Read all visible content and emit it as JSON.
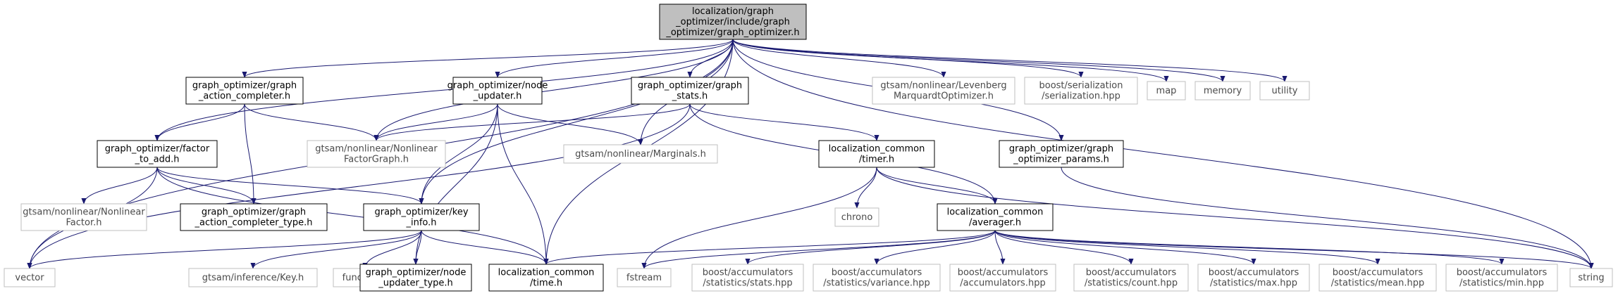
{
  "graph": {
    "root": "graph_optimizer_h",
    "nodes": [
      {
        "id": "graph_optimizer_h",
        "lines": [
          "localization/graph",
          "_optimizer/include/graph",
          "_optimizer/graph_optimizer.h"
        ],
        "kind": "root"
      },
      {
        "id": "graph_action_completer_h",
        "lines": [
          "graph_optimizer/graph",
          "_action_completer.h"
        ],
        "kind": "local"
      },
      {
        "id": "node_updater_h",
        "lines": [
          "graph_optimizer/node",
          "_updater.h"
        ],
        "kind": "local"
      },
      {
        "id": "graph_stats_h",
        "lines": [
          "graph_optimizer/graph",
          "_stats.h"
        ],
        "kind": "local"
      },
      {
        "id": "levenberg_h",
        "lines": [
          "gtsam/nonlinear/Levenberg",
          "MarquardtOptimizer.h"
        ],
        "kind": "external"
      },
      {
        "id": "serialization_hpp",
        "lines": [
          "boost/serialization",
          "/serialization.hpp"
        ],
        "kind": "external"
      },
      {
        "id": "map",
        "lines": [
          "map"
        ],
        "kind": "external"
      },
      {
        "id": "memory",
        "lines": [
          "memory"
        ],
        "kind": "external"
      },
      {
        "id": "utility",
        "lines": [
          "utility"
        ],
        "kind": "external"
      },
      {
        "id": "factor_to_add_h",
        "lines": [
          "graph_optimizer/factor",
          "_to_add.h"
        ],
        "kind": "local"
      },
      {
        "id": "nonlinear_factor_graph_h",
        "lines": [
          "gtsam/nonlinear/Nonlinear",
          "FactorGraph.h"
        ],
        "kind": "external"
      },
      {
        "id": "marginals_h",
        "lines": [
          "gtsam/nonlinear/Marginals.h"
        ],
        "kind": "external"
      },
      {
        "id": "timer_h",
        "lines": [
          "localization_common",
          "/timer.h"
        ],
        "kind": "local"
      },
      {
        "id": "graph_optimizer_params_h",
        "lines": [
          "graph_optimizer/graph",
          "_optimizer_params.h"
        ],
        "kind": "local"
      },
      {
        "id": "nonlinear_factor_h",
        "lines": [
          "gtsam/nonlinear/Nonlinear",
          "Factor.h"
        ],
        "kind": "external"
      },
      {
        "id": "graph_action_completer_type_h",
        "lines": [
          "graph_optimizer/graph",
          "_action_completer_type.h"
        ],
        "kind": "local"
      },
      {
        "id": "key_info_h",
        "lines": [
          "graph_optimizer/key",
          "_info.h"
        ],
        "kind": "local"
      },
      {
        "id": "chrono",
        "lines": [
          "chrono"
        ],
        "kind": "external"
      },
      {
        "id": "averager_h",
        "lines": [
          "localization_common",
          "/averager.h"
        ],
        "kind": "local"
      },
      {
        "id": "vector",
        "lines": [
          "vector"
        ],
        "kind": "external"
      },
      {
        "id": "key_h",
        "lines": [
          "gtsam/inference/Key.h"
        ],
        "kind": "external"
      },
      {
        "id": "functional",
        "lines": [
          "functional"
        ],
        "kind": "external"
      },
      {
        "id": "node_updater_type_h",
        "lines": [
          "graph_optimizer/node",
          "_updater_type.h"
        ],
        "kind": "local"
      },
      {
        "id": "time_h",
        "lines": [
          "localization_common",
          "/time.h"
        ],
        "kind": "local"
      },
      {
        "id": "fstream",
        "lines": [
          "fstream"
        ],
        "kind": "external"
      },
      {
        "id": "stats_hpp",
        "lines": [
          "boost/accumulators",
          "/statistics/stats.hpp"
        ],
        "kind": "external"
      },
      {
        "id": "variance_hpp",
        "lines": [
          "boost/accumulators",
          "/statistics/variance.hpp"
        ],
        "kind": "external"
      },
      {
        "id": "accumulators_hpp",
        "lines": [
          "boost/accumulators",
          "/accumulators.hpp"
        ],
        "kind": "external"
      },
      {
        "id": "count_hpp",
        "lines": [
          "boost/accumulators",
          "/statistics/count.hpp"
        ],
        "kind": "external"
      },
      {
        "id": "max_hpp",
        "lines": [
          "boost/accumulators",
          "/statistics/max.hpp"
        ],
        "kind": "external"
      },
      {
        "id": "mean_hpp",
        "lines": [
          "boost/accumulators",
          "/statistics/mean.hpp"
        ],
        "kind": "external"
      },
      {
        "id": "min_hpp",
        "lines": [
          "boost/accumulators",
          "/statistics/min.hpp"
        ],
        "kind": "external"
      },
      {
        "id": "string",
        "lines": [
          "string"
        ],
        "kind": "external"
      }
    ],
    "edges": [
      [
        "graph_optimizer_h",
        "graph_action_completer_h"
      ],
      [
        "graph_optimizer_h",
        "node_updater_h"
      ],
      [
        "graph_optimizer_h",
        "graph_stats_h"
      ],
      [
        "graph_optimizer_h",
        "levenberg_h"
      ],
      [
        "graph_optimizer_h",
        "serialization_hpp"
      ],
      [
        "graph_optimizer_h",
        "map"
      ],
      [
        "graph_optimizer_h",
        "memory"
      ],
      [
        "graph_optimizer_h",
        "utility"
      ],
      [
        "graph_optimizer_h",
        "factor_to_add_h"
      ],
      [
        "graph_optimizer_h",
        "nonlinear_factor_graph_h"
      ],
      [
        "graph_optimizer_h",
        "marginals_h"
      ],
      [
        "graph_optimizer_h",
        "key_info_h"
      ],
      [
        "graph_optimizer_h",
        "vector"
      ],
      [
        "graph_optimizer_h",
        "time_h"
      ],
      [
        "graph_optimizer_h",
        "graph_optimizer_params_h"
      ],
      [
        "graph_optimizer_h",
        "string"
      ],
      [
        "graph_action_completer_h",
        "factor_to_add_h"
      ],
      [
        "graph_action_completer_h",
        "nonlinear_factor_graph_h"
      ],
      [
        "graph_action_completer_h",
        "graph_action_completer_type_h"
      ],
      [
        "node_updater_h",
        "nonlinear_factor_graph_h"
      ],
      [
        "node_updater_h",
        "marginals_h"
      ],
      [
        "node_updater_h",
        "key_info_h"
      ],
      [
        "node_updater_h",
        "node_updater_type_h"
      ],
      [
        "node_updater_h",
        "time_h"
      ],
      [
        "graph_stats_h",
        "nonlinear_factor_graph_h"
      ],
      [
        "graph_stats_h",
        "timer_h"
      ],
      [
        "graph_stats_h",
        "averager_h"
      ],
      [
        "graph_stats_h",
        "vector"
      ],
      [
        "factor_to_add_h",
        "nonlinear_factor_h"
      ],
      [
        "factor_to_add_h",
        "graph_action_completer_type_h"
      ],
      [
        "factor_to_add_h",
        "key_info_h"
      ],
      [
        "factor_to_add_h",
        "vector"
      ],
      [
        "factor_to_add_h",
        "time_h"
      ],
      [
        "timer_h",
        "chrono"
      ],
      [
        "timer_h",
        "averager_h"
      ],
      [
        "timer_h",
        "fstream"
      ],
      [
        "timer_h",
        "string"
      ],
      [
        "graph_optimizer_params_h",
        "string"
      ],
      [
        "key_info_h",
        "vector"
      ],
      [
        "key_info_h",
        "key_h"
      ],
      [
        "key_info_h",
        "functional"
      ],
      [
        "key_info_h",
        "node_updater_type_h"
      ],
      [
        "key_info_h",
        "time_h"
      ],
      [
        "averager_h",
        "time_h"
      ],
      [
        "averager_h",
        "fstream"
      ],
      [
        "averager_h",
        "stats_hpp"
      ],
      [
        "averager_h",
        "variance_hpp"
      ],
      [
        "averager_h",
        "accumulators_hpp"
      ],
      [
        "averager_h",
        "count_hpp"
      ],
      [
        "averager_h",
        "max_hpp"
      ],
      [
        "averager_h",
        "mean_hpp"
      ],
      [
        "averager_h",
        "min_hpp"
      ],
      [
        "averager_h",
        "string"
      ]
    ]
  },
  "colors": {
    "edge": "#191970",
    "root_fill": "#bfbfbf",
    "local_border": "#000000",
    "external_border": "#bfbfbf",
    "external_text": "#4a4a4a"
  }
}
